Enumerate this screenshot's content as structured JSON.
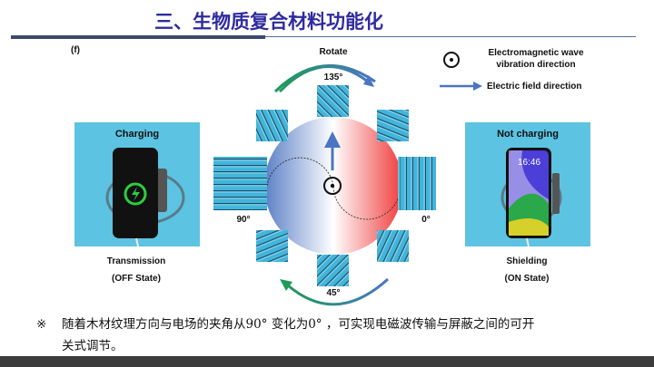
{
  "slide": {
    "title": "三、生物质复合材料功能化",
    "panel_label": "(f)"
  },
  "diagram": {
    "rotate_label": "Rotate",
    "angles": {
      "a135": "135°",
      "a90": "90°",
      "a0": "0°",
      "a45": "45°"
    },
    "legend": {
      "em_wave_line1": "Electromagnetic wave",
      "em_wave_line2": "vibration direction",
      "electric_field": "Electric field direction",
      "em_icon": "circle-dot-icon",
      "field_icon": "arrow-right-icon"
    },
    "colors": {
      "blue": "#4a76c4",
      "red": "#f04848",
      "green": "#1e9a5a",
      "wood": "#3fb0d6"
    }
  },
  "left_photo": {
    "caption": "Charging",
    "label": "Transmission",
    "state": "(OFF State)"
  },
  "right_photo": {
    "caption": "Not charging",
    "label": "Shielding",
    "state": "(ON State)",
    "phone_time": "16:46"
  },
  "note": {
    "marker": "※",
    "line1": "随着木材纹理方向与电场的夹角从90° 变化为0° ，可实现电磁波传输与屏蔽之间的可开",
    "line2": "关式调节。"
  }
}
